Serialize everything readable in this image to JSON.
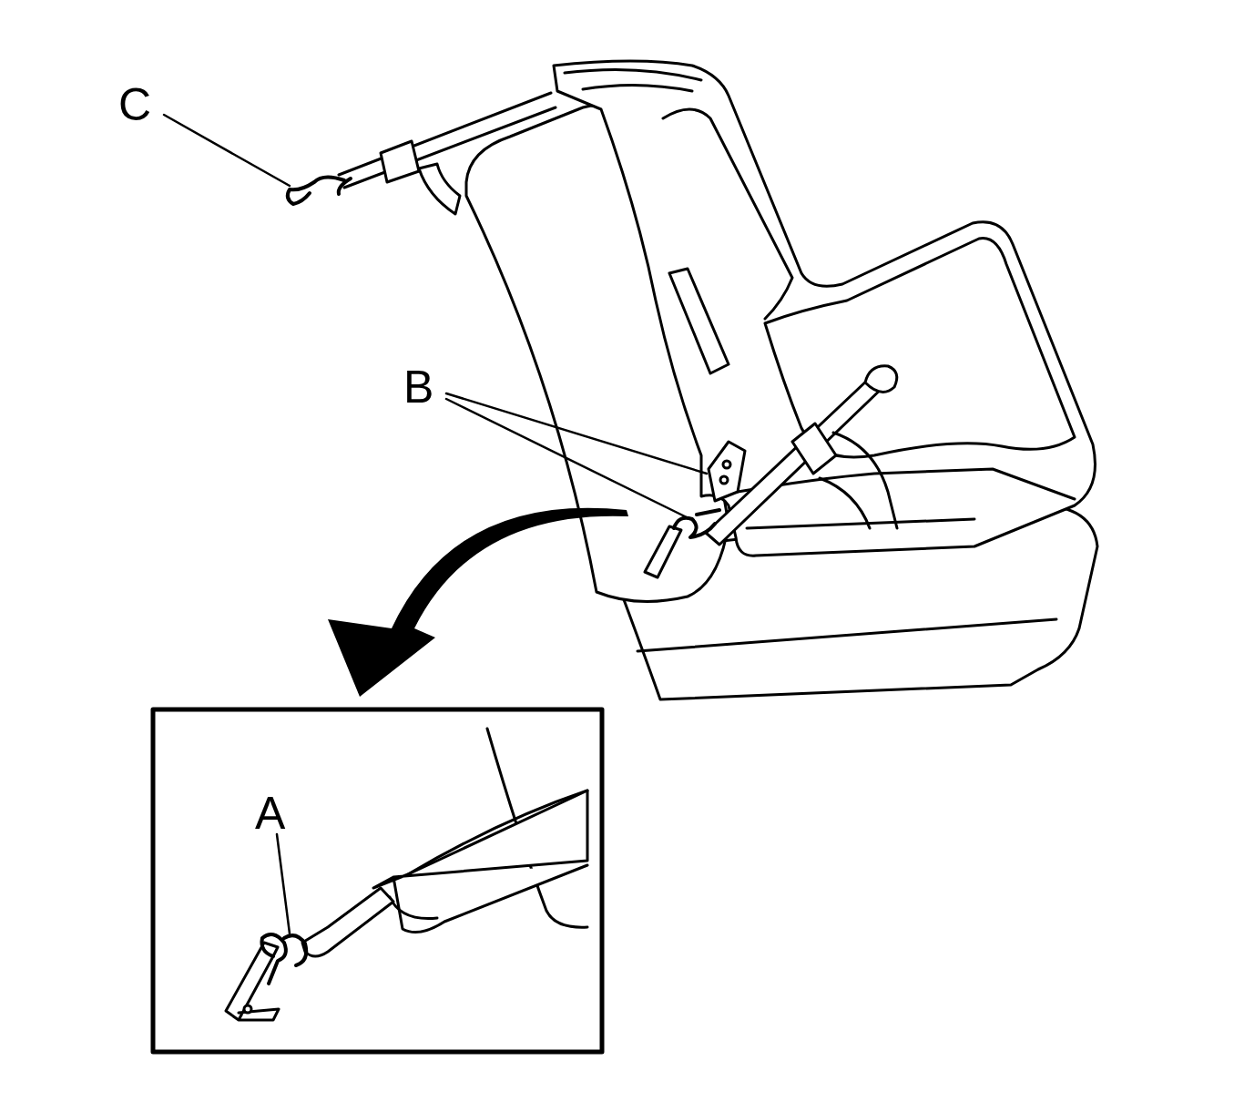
{
  "diagram": {
    "labels": [
      "C",
      "B",
      "A"
    ]
  }
}
